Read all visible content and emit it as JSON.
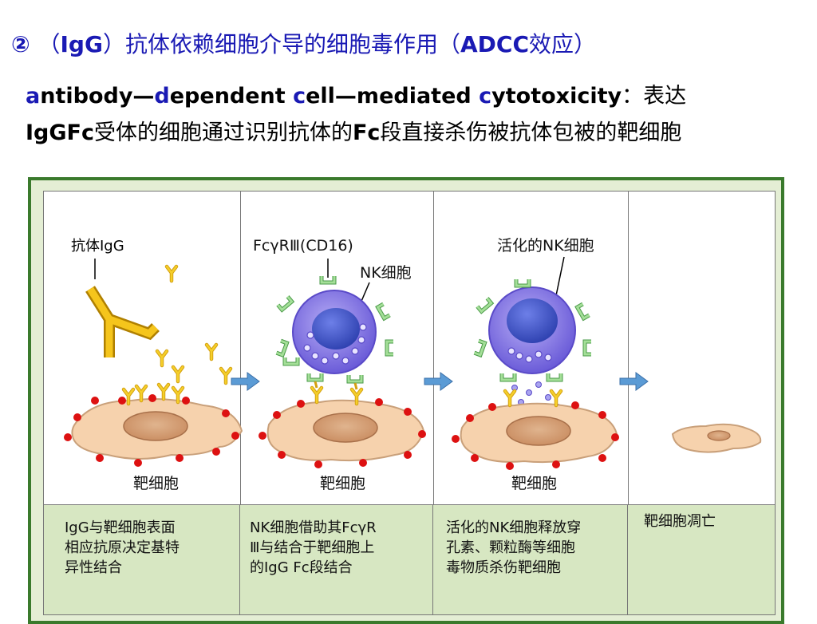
{
  "title": {
    "num": "②",
    "lp1": "（",
    "igg": "IgG",
    "rp1": "）",
    "cn": "抗体依赖细胞介导的细胞毒作用",
    "lp2": "（",
    "adcc": "ADCC",
    "cn2": "效应",
    "rp2": "）"
  },
  "description": {
    "a": "a",
    "ntibody": "ntibody—",
    "d": "d",
    "ependent": "ependent ",
    "c1": "c",
    "ell": "ell—mediated ",
    "c2": "c",
    "ytotoxicity": "ytotoxicity",
    "colon_cn": "：表达",
    "iggfc": "IgGFc",
    "cn1": "受体的细胞通过识别抗体的",
    "fc": "Fc",
    "cn2": "段直接杀伤被抗体包被的靶细胞"
  },
  "diagram": {
    "panel1": {
      "label": "抗体IgG",
      "target": "靶细胞"
    },
    "panel2": {
      "label_receptor": "FcγRⅢ(CD16)",
      "label_nk": "NK细胞",
      "target": "靶细胞"
    },
    "panel3": {
      "label_active": "活化的NK细胞",
      "target": "靶细胞"
    },
    "captions": [
      {
        "lines": [
          "IgG与靶细胞表面",
          "相应抗原决定基特",
          "异性结合"
        ]
      },
      {
        "lines": [
          "NK细胞借助其FcγR",
          "Ⅲ与结合于靶细胞上",
          "的IgG Fc段结合"
        ]
      },
      {
        "lines": [
          "活化的NK细胞释放穿",
          "孔素、颗粒酶等细胞",
          "毒物质杀伤靶细胞"
        ]
      },
      {
        "lines": [
          "靶细胞凋亡"
        ]
      }
    ],
    "colors": {
      "frame": "#3a7a2c",
      "caption_bg": "#d7e7c2",
      "antibody": "#f2c21a",
      "nk_cell": "#8a7ee6",
      "receptor": "#8fd18a",
      "target_cell": "#f4cfa8",
      "antigen": "#dd1111",
      "arrow": "#5b9bd5",
      "title_blue": "#1a1ab4"
    }
  }
}
